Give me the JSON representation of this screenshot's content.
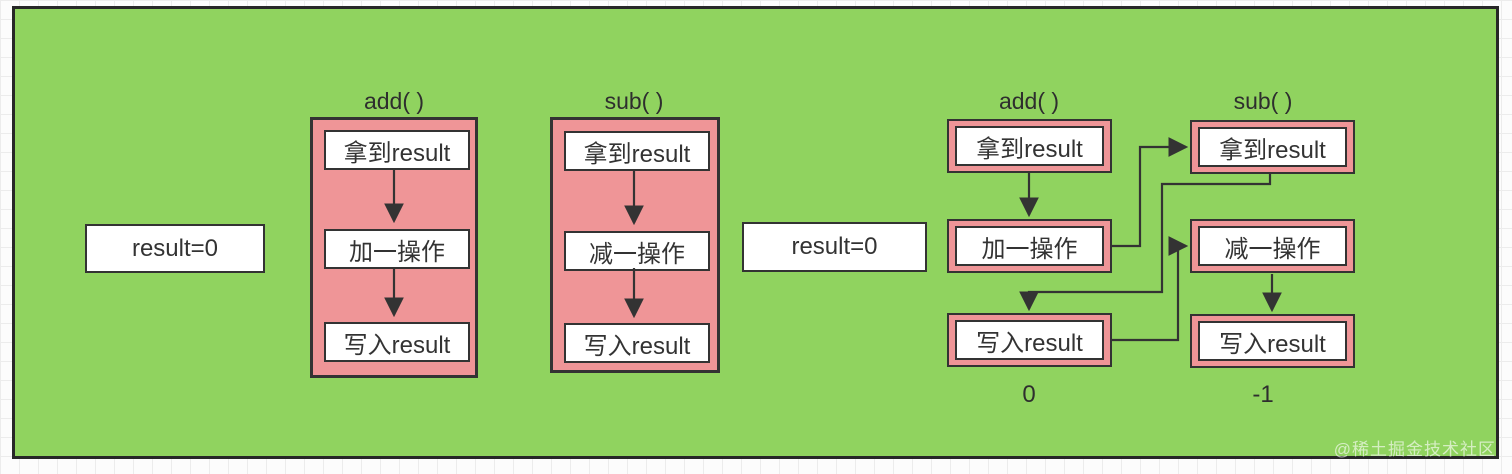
{
  "colors": {
    "panel_green": "#90d35f",
    "thread_pink": "#ef9597",
    "line_dark": "#333333",
    "box_white": "#ffffff"
  },
  "left_section": {
    "initial_value": "result=0",
    "add": {
      "title": "add( )",
      "steps": [
        "拿到result",
        "加一操作",
        "写入result"
      ]
    },
    "sub": {
      "title": "sub( )",
      "steps": [
        "拿到result",
        "减一操作",
        "写入result"
      ]
    }
  },
  "right_section": {
    "initial_value": "result=0",
    "add": {
      "title": "add( )",
      "steps": [
        "拿到result",
        "加一操作",
        "写入result"
      ],
      "result": "0"
    },
    "sub": {
      "title": "sub( )",
      "steps": [
        "拿到result",
        "减一操作",
        "写入result"
      ],
      "result": "-1"
    }
  },
  "watermark": "@稀土掘金技术社区"
}
